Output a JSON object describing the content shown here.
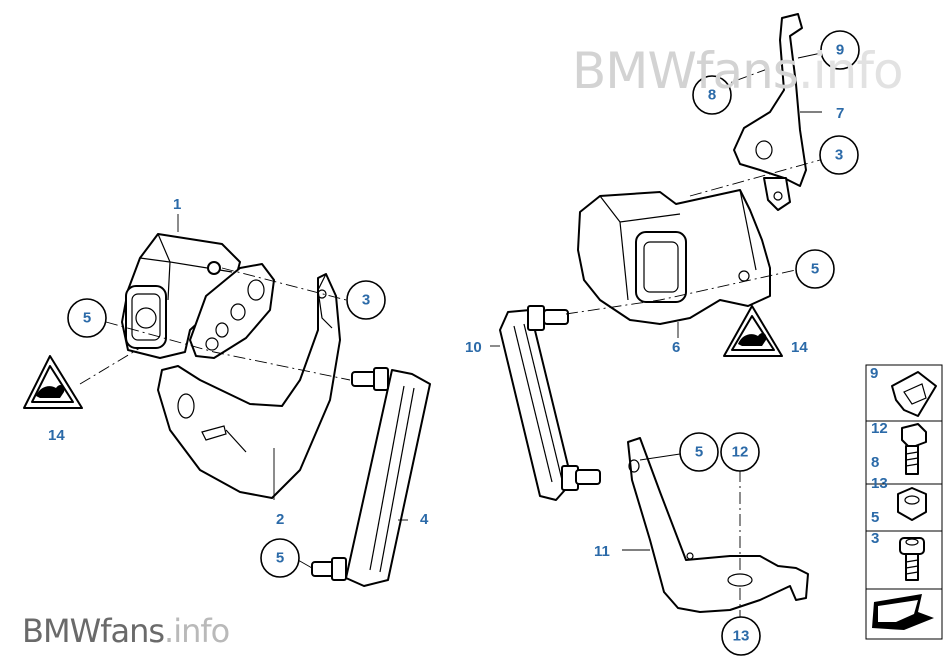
{
  "watermark_top": {
    "brand": "BMWfans",
    "suffix": ".info"
  },
  "watermark_bottom": {
    "brand": "BMWfans",
    "suffix": ".info"
  },
  "labels": {
    "l1": "1",
    "l2": "2",
    "l3a": "3",
    "l4": "4",
    "l5a": "5",
    "l5b": "5",
    "l14a": "14",
    "l7": "7",
    "l8": "8",
    "l9": "9",
    "l3b": "3",
    "l5c": "5",
    "l6": "6",
    "l14b": "14",
    "l10": "10",
    "l5d": "5",
    "l12": "12",
    "l11": "11",
    "l13": "13"
  },
  "legend": {
    "items": [
      {
        "numbers": [
          "9"
        ]
      },
      {
        "numbers": [
          "12",
          "8"
        ]
      },
      {
        "numbers": [
          "13",
          "5"
        ]
      },
      {
        "numbers": [
          "3"
        ]
      }
    ]
  }
}
